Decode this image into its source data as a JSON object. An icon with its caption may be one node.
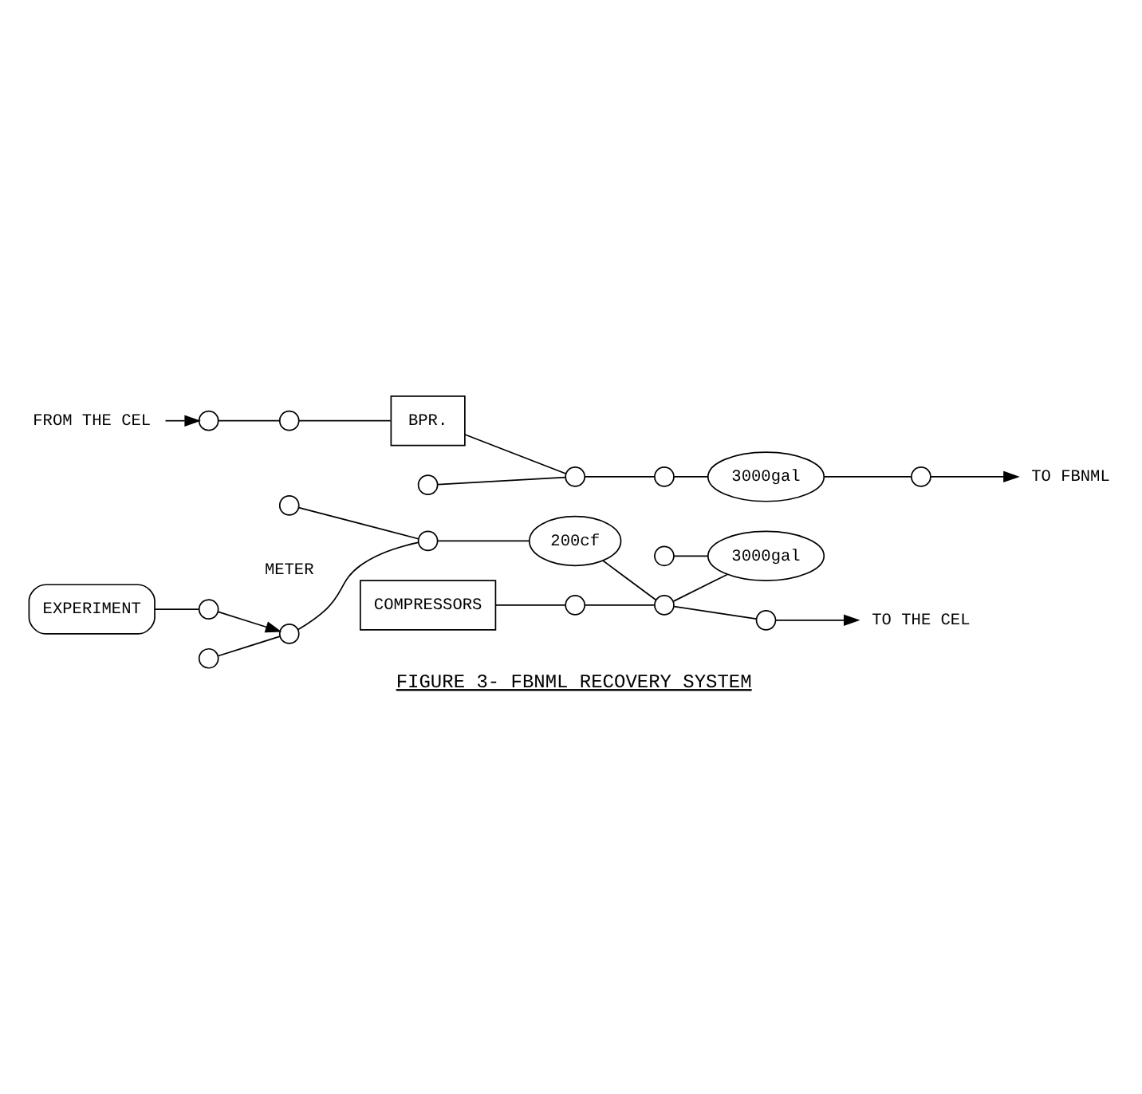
{
  "diagram": {
    "caption": "FIGURE 3- FBNML RECOVERY SYSTEM",
    "nodes": [
      {
        "text": [
          "EXPERIMENT"
        ]
      },
      {
        "text": [],
        "shape": "circle"
      },
      {
        "text": [],
        "shape": "circle"
      },
      {
        "text": [],
        "shape": "circle",
        "beside": [
          "METER"
        ]
      },
      {
        "text": [],
        "shape": "circle"
      },
      {
        "text": [],
        "shape": "circle"
      },
      {
        "text": [
          "200cf"
        ]
      },
      {
        "text": [
          "COMPRESSORS"
        ]
      },
      {
        "text": [],
        "shape": "circle"
      },
      {
        "text": [],
        "shape": "circle"
      },
      {
        "text": [],
        "shape": "circle"
      },
      {
        "text": [
          "3000gal"
        ]
      },
      {
        "text": [],
        "shape": "circle"
      },
      {
        "text": [
          "TO THE CEL"
        ]
      },
      {
        "text": [
          "FROM THE CEL"
        ]
      },
      {
        "text": [],
        "shape": "circle"
      },
      {
        "text": [
          "BPR."
        ]
      },
      {
        "text": [],
        "shape": "circle"
      },
      {
        "text": [],
        "shape": "circle"
      },
      {
        "text": [],
        "shape": "circle"
      },
      {
        "text": [],
        "shape": "circle"
      },
      {
        "text": [
          "3000gal"
        ]
      },
      {
        "text": [],
        "shape": "circle"
      },
      {
        "text": [
          "TO FBNML"
        ]
      }
    ],
    "edges": [
      {
        "from": 0,
        "to": 1,
        "arrow": "none"
      },
      {
        "from": 1,
        "to": 3,
        "arrow": "to"
      },
      {
        "from": 2,
        "to": 3,
        "arrow": "none"
      },
      {
        "from": 3,
        "to": 5,
        "arrow": "none"
      },
      {
        "from": 4,
        "to": 5,
        "arrow": "none"
      },
      {
        "from": 5,
        "to": 6,
        "arrow": "none"
      },
      {
        "from": 6,
        "to": 9,
        "arrow": "none"
      },
      {
        "from": 7,
        "to": 8,
        "arrow": "none"
      },
      {
        "from": 8,
        "to": 9,
        "arrow": "none"
      },
      {
        "from": 9,
        "to": 11,
        "arrow": "none"
      },
      {
        "from": 10,
        "to": 11,
        "arrow": "none"
      },
      {
        "from": 9,
        "to": 12,
        "arrow": "none"
      },
      {
        "from": 12,
        "to": 13,
        "arrow": "to"
      },
      {
        "from": 14,
        "to": 15,
        "arrow": "to"
      },
      {
        "from": 15,
        "to": 17,
        "arrow": "none"
      },
      {
        "from": 17,
        "to": 16,
        "arrow": "none"
      },
      {
        "from": 16,
        "to": 18,
        "arrow": "none"
      },
      {
        "from": 19,
        "to": 18,
        "arrow": "none"
      },
      {
        "from": 18,
        "to": 20,
        "arrow": "none"
      },
      {
        "from": 20,
        "to": 21,
        "arrow": "none"
      },
      {
        "from": 21,
        "to": 22,
        "arrow": "none"
      },
      {
        "from": 22,
        "to": 23,
        "arrow": "to"
      }
    ]
  }
}
